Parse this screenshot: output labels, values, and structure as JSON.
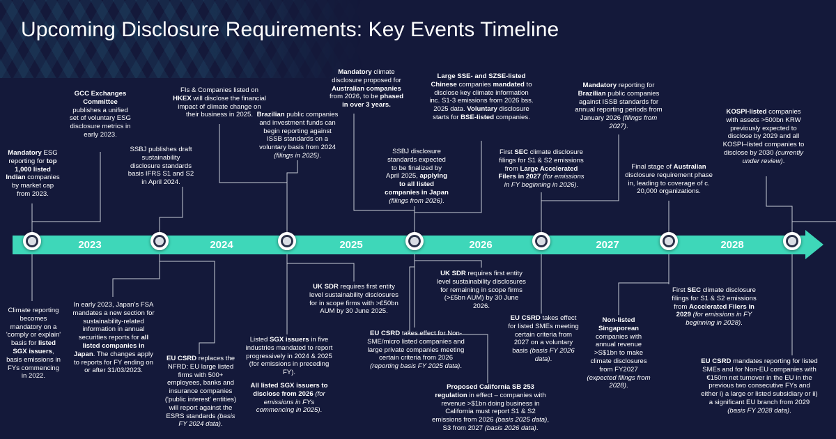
{
  "title": "Upcoming Disclosure Requirements: Key Events Timeline",
  "colors": {
    "background": "#14193a",
    "band": "#3ed7b9",
    "text": "#ffffff",
    "connector": "#c9cdd6"
  },
  "years": [
    "2023",
    "2024",
    "2025",
    "2026",
    "2027",
    "2028"
  ],
  "events": {
    "india": [
      {
        "t": "Mandatory",
        "s": "b"
      },
      {
        "t": " ESG reporting for "
      },
      {
        "t": "top 1,000 listed Indian",
        "s": "b"
      },
      {
        "t": " companies by market cap from 2023."
      }
    ],
    "gcc": [
      {
        "t": "GCC Exchanges Committee",
        "s": "b"
      },
      {
        "t": " publishes a unified set of voluntary ESG disclosure metrics in early 2023."
      }
    ],
    "ssbj_draft": [
      {
        "t": "SSBJ publishes draft sustainability disclosure standards basis IFRS S1 and S2 in April 2024."
      }
    ],
    "hkex": [
      {
        "t": "FIs & Companies listed on "
      },
      {
        "t": "HKEX",
        "s": "b"
      },
      {
        "t": " will disclose the financial impact of climate change on their business in 2025."
      }
    ],
    "brazil_voluntary": [
      {
        "t": "Brazilian",
        "s": "b"
      },
      {
        "t": " public companies and investment funds can begin reporting against ISSB standards on a voluntary basis from 2024 "
      },
      {
        "t": "(filings in 2025)",
        "s": "i"
      },
      {
        "t": "."
      }
    ],
    "australia_proposed": [
      {
        "t": "Mandatory",
        "s": "b"
      },
      {
        "t": " climate disclosure proposed for "
      },
      {
        "t": "Australian companies",
        "s": "b"
      },
      {
        "t": " from 2026, to be "
      },
      {
        "t": "phased in over 3 years.",
        "s": "b"
      }
    ],
    "ssbj_final": [
      {
        "t": "SSBJ disclosure standards expected to be finalized by April 2025, "
      },
      {
        "t": "applying to all listed companies in Japan",
        "s": "b"
      },
      {
        "t": " "
      },
      {
        "t": "(filings from 2026)",
        "s": "i"
      },
      {
        "t": "."
      }
    ],
    "china": [
      {
        "t": "Large SSE- and SZSE-listed Chinese",
        "s": "b"
      },
      {
        "t": " companies "
      },
      {
        "t": "mandated",
        "s": "b"
      },
      {
        "t": " to disclose key climate information inc. S1-3 emissions from 2026 bss. 2025 data. "
      },
      {
        "t": "Voluntary",
        "s": "b"
      },
      {
        "t": " disclosure starts for "
      },
      {
        "t": "BSE-listed",
        "s": "b"
      },
      {
        "t": " companies."
      }
    ],
    "sec_large": [
      {
        "t": "First "
      },
      {
        "t": "SEC",
        "s": "b"
      },
      {
        "t": " climate disclosure filings for S1 & S2 emissions from "
      },
      {
        "t": "Large Accelerated Filers in 2027",
        "s": "b"
      },
      {
        "t": " "
      },
      {
        "t": "(for emissions in FY beginning in 2026)",
        "s": "i"
      },
      {
        "t": "."
      }
    ],
    "brazil_mandatory": [
      {
        "t": "Mandatory",
        "s": "b"
      },
      {
        "t": " reporting for "
      },
      {
        "t": "Brazilian",
        "s": "b"
      },
      {
        "t": " public companies against ISSB standards for annual reporting periods from January 2026 "
      },
      {
        "t": "(filings from 2027)",
        "s": "i"
      },
      {
        "t": "."
      }
    ],
    "australia_final": [
      {
        "t": "Final stage of "
      },
      {
        "t": "Australian",
        "s": "b"
      },
      {
        "t": " disclosure requirement phase in, leading to coverage of c. 20,000 organizations."
      }
    ],
    "kospi": [
      {
        "t": "KOSPI-listed",
        "s": "b"
      },
      {
        "t": " companies with assets >500bn KRW previously expected to disclose by 2029 and all KOSPI–listed companies to disclose by 2030 "
      },
      {
        "t": "(currently under review)",
        "s": "i"
      },
      {
        "t": "."
      }
    ],
    "sgx_comply": [
      {
        "t": "Climate reporting becomes mandatory on a 'comply or explain' basis for "
      },
      {
        "t": "listed SGX issuers",
        "s": "b"
      },
      {
        "t": ", basis emissions in FYs commencing in 2022."
      }
    ],
    "japan_fsa": [
      {
        "t": "In early 2023, Japan's FSA mandates a new section for sustainability-related information in annual securities reports for "
      },
      {
        "t": "all listed companies in Japan",
        "s": "b"
      },
      {
        "t": ". The changes apply to reports for FY ending on or after 31/03/2023."
      }
    ],
    "eu_nfrd": [
      {
        "t": "EU CSRD",
        "s": "b"
      },
      {
        "t": " replaces the NFRD: EU large listed firms with 500+ employees, banks and insurance companies ('public interest' entities) will report against the ESRS standards "
      },
      {
        "t": "(basis FY 2024 data)",
        "s": "i"
      },
      {
        "t": "."
      }
    ],
    "sgx_five": [
      {
        "t": "Listed "
      },
      {
        "t": "SGX issuers",
        "s": "b"
      },
      {
        "t": " in five industries mandated to report progressively in 2024 & 2025 (for emissions in preceding FY)."
      }
    ],
    "sgx_all": [
      {
        "t": "All listed SGX issuers to disclose from 2026",
        "s": "b"
      },
      {
        "t": " "
      },
      {
        "t": "(for emissions in FYs commencing in 2025)",
        "s": "i"
      },
      {
        "t": "."
      }
    ],
    "uk_sdr_1": [
      {
        "t": "UK SDR",
        "s": "b"
      },
      {
        "t": " requires first entity level sustainability disclosures for in scope firms with >£50bn AUM by 30 June 2025."
      }
    ],
    "eu_nonsme": [
      {
        "t": "EU CSRD",
        "s": "b"
      },
      {
        "t": " takes effect for Non-SME/micro listed companies and large private companies meeting certain criteria from 2026 "
      },
      {
        "t": "(reporting basis FY 2025 data)",
        "s": "i"
      },
      {
        "t": "."
      }
    ],
    "california": [
      {
        "t": "Proposed California SB 253 regulation",
        "s": "b"
      },
      {
        "t": " in effect – companies with revenue >$1bn doing business in California must report S1 & S2 emissions from 2026 "
      },
      {
        "t": "(basis 2025 data)",
        "s": "i"
      },
      {
        "t": ", S3 from 2027 "
      },
      {
        "t": "(basis 2026 data)",
        "s": "i"
      },
      {
        "t": "."
      }
    ],
    "uk_sdr_2": [
      {
        "t": "UK SDR",
        "s": "b"
      },
      {
        "t": " requires first entity level sustainability disclosures for remaining in scope firms (>£5bn AUM) by 30 June 2026."
      }
    ],
    "eu_sme": [
      {
        "t": "EU CSRD",
        "s": "b"
      },
      {
        "t": " takes effect for listed SMEs meeting certain criteria from 2027 on a voluntary basis "
      },
      {
        "t": "(basis FY 2026 data)",
        "s": "i"
      },
      {
        "t": "."
      }
    ],
    "singapore": [
      {
        "t": "Non-listed Singaporean",
        "s": "b"
      },
      {
        "t": " companies with annual revenue >S$1bn to make climate disclosures from FY2027 "
      },
      {
        "t": "(expected filings from 2028)",
        "s": "i"
      },
      {
        "t": "."
      }
    ],
    "sec_accel": [
      {
        "t": "First "
      },
      {
        "t": "SEC",
        "s": "b"
      },
      {
        "t": " climate disclosure filings for S1 & S2 emissions from "
      },
      {
        "t": "Accelerated Filers in 2029",
        "s": "b"
      },
      {
        "t": " "
      },
      {
        "t": "(for emissions in FY beginning in 2028)",
        "s": "i"
      },
      {
        "t": "."
      }
    ],
    "eu_noneu": [
      {
        "t": "EU CSRD",
        "s": "b"
      },
      {
        "t": " mandates reporting for listed SMEs and for Non-EU companies with €150m net turnover in the EU in the previous two consecutive FYs and either i) a large or listed subsidiary or ii) a significant EU branch from 2029 "
      },
      {
        "t": "(basis FY 2028 data)",
        "s": "i"
      },
      {
        "t": "."
      }
    ]
  }
}
